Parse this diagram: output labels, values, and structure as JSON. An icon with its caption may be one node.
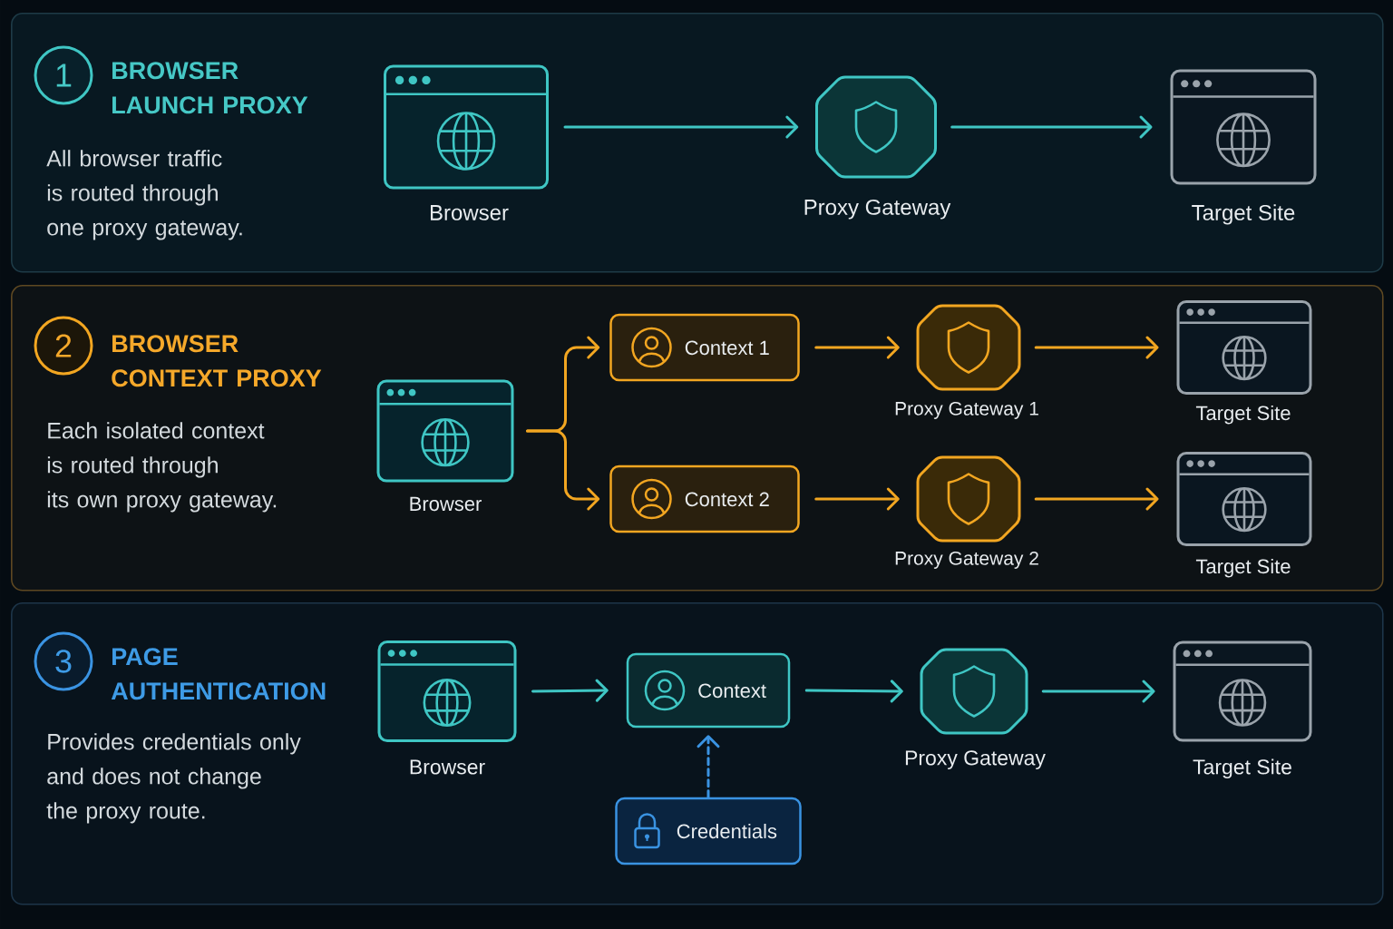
{
  "diagram": {
    "nodes": [
      {
        "text": [
          "BROWSER LAUNCH PROXY",
          "All browser traffic is routed through one proxy gateway."
        ]
      },
      {
        "text": [
          "1"
        ],
        "in": 0
      },
      {
        "text": [],
        "shape": "picture",
        "in": 0,
        "beside": [
          "Browser"
        ]
      },
      {
        "text": [],
        "shape": "octagon",
        "in": 0,
        "beside": [
          "Proxy Gateway"
        ]
      },
      {
        "text": [],
        "shape": "picture",
        "in": 0,
        "beside": [
          "Target Site"
        ]
      },
      {
        "text": [
          "BROWSER CONTEXT PROXY",
          "Each isolated context is routed through its own proxy gateway."
        ]
      },
      {
        "text": [
          "2"
        ],
        "in": 5
      },
      {
        "text": [],
        "shape": "picture",
        "in": 5,
        "beside": [
          "Browser"
        ]
      },
      {
        "text": [
          "Context 1"
        ],
        "in": 5
      },
      {
        "text": [],
        "shape": "octagon",
        "in": 5,
        "beside": [
          "Proxy Gateway 1"
        ]
      },
      {
        "text": [],
        "shape": "picture",
        "in": 5,
        "beside": [
          "Target Site"
        ]
      },
      {
        "text": [
          "Context 2"
        ],
        "in": 5
      },
      {
        "text": [],
        "shape": "octagon",
        "in": 5,
        "beside": [
          "Proxy Gateway 2"
        ]
      },
      {
        "text": [],
        "shape": "picture",
        "in": 5,
        "beside": [
          "Target Site"
        ]
      },
      {
        "text": [
          "PAGE AUTHENTICATION",
          "Provides credentials only and does not change the proxy route."
        ]
      },
      {
        "text": [
          "3"
        ],
        "in": 14
      },
      {
        "text": [],
        "shape": "picture",
        "in": 14,
        "beside": [
          "Browser"
        ]
      },
      {
        "text": [
          "Context"
        ],
        "in": 14
      },
      {
        "text": [],
        "shape": "octagon",
        "in": 14,
        "beside": [
          "Proxy Gateway"
        ]
      },
      {
        "text": [],
        "shape": "picture",
        "in": 14,
        "beside": [
          "Target Site"
        ]
      },
      {
        "text": [
          "Credentials"
        ],
        "in": 14
      }
    ],
    "edges": [
      {
        "from": 2,
        "to": 3,
        "arrow": "to",
        "color": "#3fc6c4"
      },
      {
        "from": 3,
        "to": 4,
        "arrow": "to",
        "color": "#3fc6c4"
      },
      {
        "from": 7,
        "to": 8,
        "arrow": "to"
      },
      {
        "from": 7,
        "to": 11,
        "arrow": "to"
      },
      {
        "from": 8,
        "to": 9,
        "arrow": "to"
      },
      {
        "from": 9,
        "to": 10,
        "arrow": "to"
      },
      {
        "from": 11,
        "to": 12,
        "arrow": "to"
      },
      {
        "from": 12,
        "to": 13,
        "arrow": "to"
      },
      {
        "from": 16,
        "to": 17,
        "arrow": "to",
        "color": "#3fc6c4"
      },
      {
        "from": 17,
        "to": 18,
        "arrow": "to",
        "color": "#3fc6c4"
      },
      {
        "from": 18,
        "to": 19,
        "arrow": "to",
        "color": "#3fc6c4"
      },
      {
        "from": 20,
        "to": 17,
        "arrow": "to",
        "style": "dashed",
        "color": "#3a93e2"
      }
    ]
  }
}
